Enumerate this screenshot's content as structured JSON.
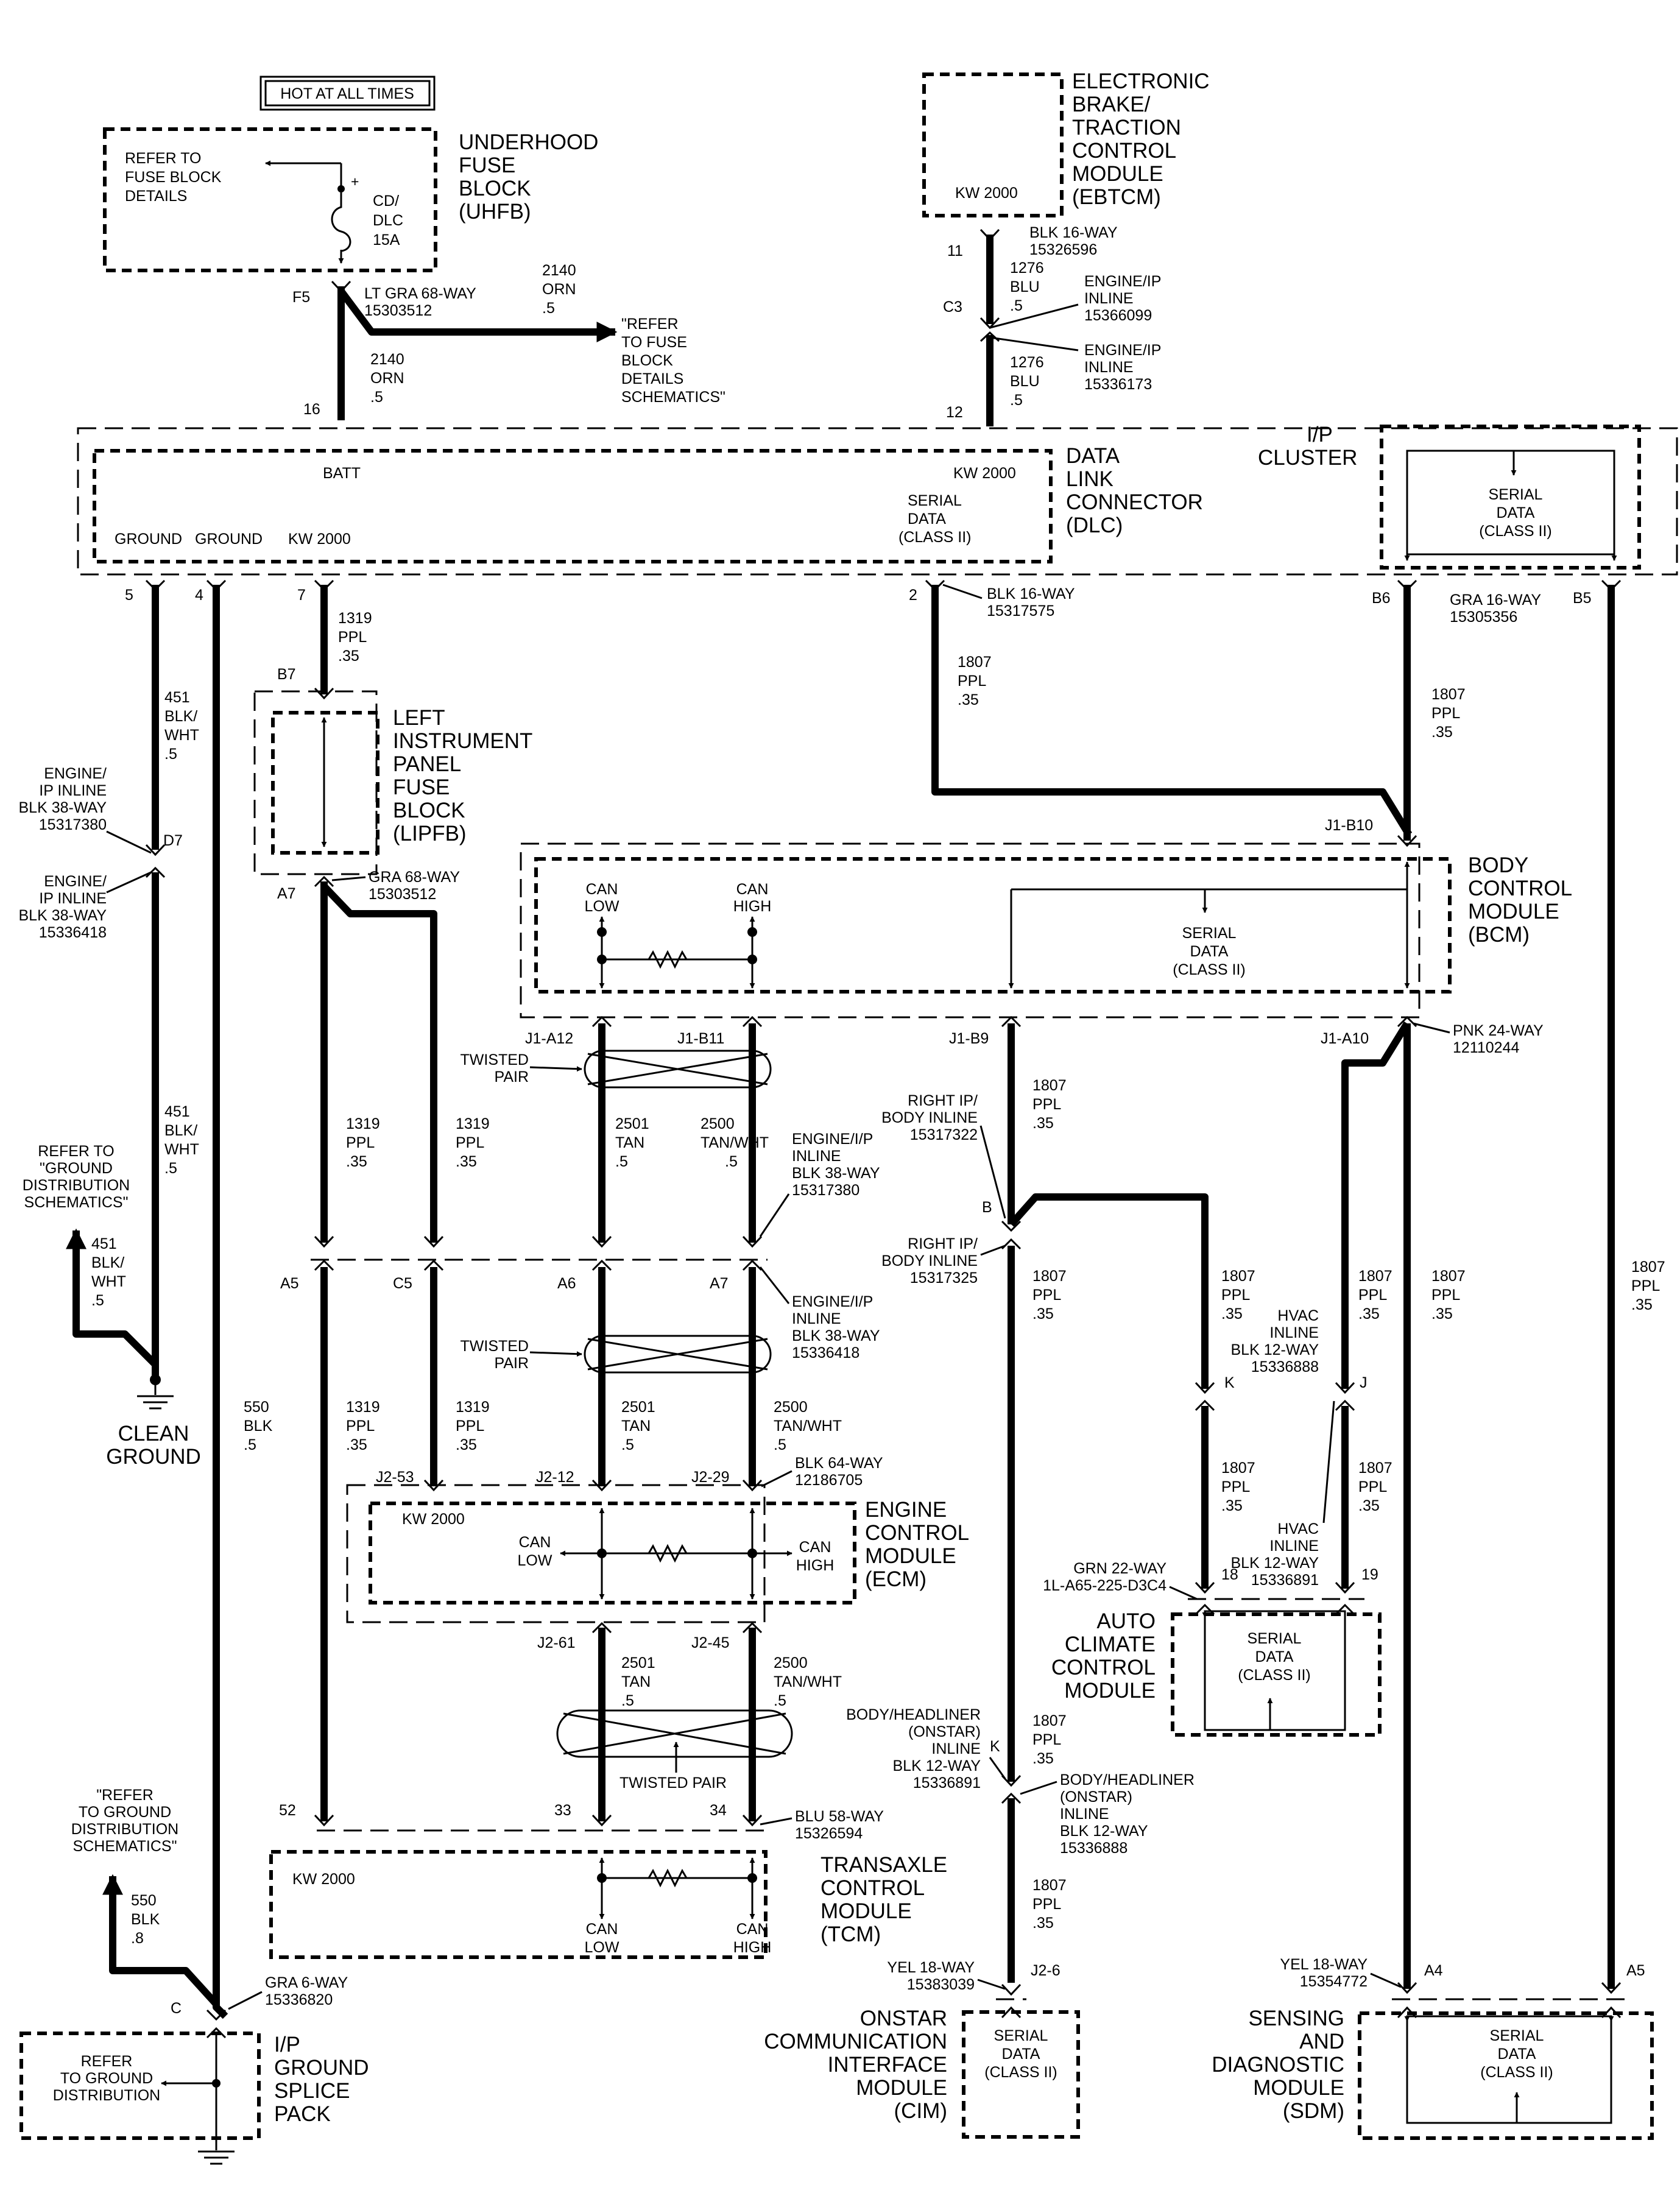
{
  "header": {
    "hot_label": "HOT AT ALL TIMES"
  },
  "uhfb": {
    "title": [
      "UNDERHOOD",
      "FUSE",
      "BLOCK",
      "(UHFB)"
    ],
    "refer": [
      "REFER TO",
      "FUSE BLOCK",
      "DETAILS"
    ],
    "fuse": [
      "CD/",
      "DLC",
      "15A"
    ],
    "plus": "+",
    "pin": "F5",
    "conn": [
      "LT GRA 68-WAY",
      "15303512"
    ],
    "wire_right": [
      "2140",
      "ORN",
      ".5"
    ],
    "wire_down": [
      "2140",
      "ORN",
      ".5"
    ],
    "refer_schem": [
      "\"REFER",
      "TO FUSE",
      "BLOCK",
      "DETAILS",
      "SCHEMATICS\""
    ]
  },
  "ebtcm": {
    "title": [
      "ELECTRONIC",
      "BRAKE/",
      "TRACTION",
      "CONTROL",
      "MODULE",
      "(EBTCM)"
    ],
    "kw": "KW 2000",
    "pin_top": "11",
    "conn_top": [
      "BLK 16-WAY",
      "15326596"
    ],
    "wire1": [
      "1276",
      "BLU",
      ".5"
    ],
    "inline_pin": "C3",
    "inline1": [
      "ENGINE/IP",
      "INLINE",
      "15366099"
    ],
    "inline2": [
      "ENGINE/IP",
      "INLINE",
      "15336173"
    ],
    "wire2": [
      "1276",
      "BLU",
      ".5"
    ],
    "pin_bottom": "12"
  },
  "dlc": {
    "title": [
      "DATA",
      "LINK",
      "CONNECTOR",
      "(DLC)"
    ],
    "batt": "BATT",
    "kw_right": "KW 2000",
    "serial": [
      "SERIAL",
      "DATA",
      "(CLASS II)"
    ],
    "ground1": "GROUND",
    "ground2": "GROUND",
    "kw_left": "KW 2000",
    "pin_batt": "16",
    "pins_bottom": [
      "5",
      "4",
      "7",
      "2"
    ],
    "conn2": [
      "BLK 16-WAY",
      "15317575"
    ]
  },
  "ipc": {
    "title": [
      "I/P",
      "CLUSTER"
    ],
    "serial": [
      "SERIAL",
      "DATA",
      "(CLASS II)"
    ],
    "pin_b6": "B6",
    "pin_b5": "B5",
    "conn": [
      "GRA 16-WAY",
      "15305356"
    ]
  },
  "ground_left": {
    "wire451a": [
      "451",
      "BLK/",
      "WHT",
      ".5"
    ],
    "inline1": [
      "ENGINE/",
      "IP INLINE",
      "BLK 38-WAY",
      "15317380"
    ],
    "pin_d7": "D7",
    "inline2": [
      "ENGINE/",
      "IP INLINE",
      "BLK 38-WAY",
      "15336418"
    ],
    "refer": [
      "REFER TO",
      "\"GROUND",
      "DISTRIBUTION",
      "SCHEMATICS\""
    ],
    "wire451b": [
      "451",
      "BLK/",
      "WHT",
      ".5"
    ],
    "wire451c": [
      "451",
      "BLK/",
      "WHT",
      ".5"
    ],
    "clean_ground": [
      "CLEAN",
      "GROUND"
    ],
    "wire550a": [
      "550",
      "BLK",
      ".5"
    ]
  },
  "lipfb": {
    "title": [
      "LEFT",
      "INSTRUMENT",
      "PANEL",
      "FUSE",
      "BLOCK",
      "(LIPFB)"
    ],
    "wire_top": [
      "1319",
      "PPL",
      ".35"
    ],
    "pin_b7": "B7",
    "pin_a7": "A7",
    "conn": [
      "GRA 68-WAY",
      "15303512"
    ],
    "wire_a": [
      "1319",
      "PPL",
      ".35"
    ],
    "wire_b": [
      "1319",
      "PPL",
      ".35"
    ],
    "wire_c": [
      "1319",
      "PPL",
      ".35"
    ],
    "wire_d": [
      "1319",
      "PPL",
      ".35"
    ],
    "pin_a5": "A5",
    "pin_c5": "C5"
  },
  "bcm": {
    "title": [
      "BODY",
      "CONTROL",
      "MODULE",
      "(BCM)"
    ],
    "can_low": [
      "CAN",
      "LOW"
    ],
    "can_high": [
      "CAN",
      "HIGH"
    ],
    "serial": [
      "SERIAL",
      "DATA",
      "(CLASS II)"
    ],
    "pin_j1b10": "J1-B10",
    "pin_j1a12": "J1-A12",
    "pin_j1b11": "J1-B11",
    "pin_j1b9": "J1-B9",
    "pin_j1a10": "J1-A10",
    "conn": [
      "PNK 24-WAY",
      "12110244"
    ],
    "wire_b10": [
      "1807",
      "PPL",
      ".35"
    ],
    "wire_b9": [
      "1807",
      "PPL",
      ".35"
    ],
    "wire_dlc2": [
      "1807",
      "PPL",
      ".35"
    ]
  },
  "can_bus": {
    "twisted1": [
      "TWISTED",
      "PAIR"
    ],
    "twisted2": [
      "TWISTED",
      "PAIR"
    ],
    "twisted3": "TWISTED PAIR",
    "tan1": [
      "2501",
      "TAN",
      ".5"
    ],
    "tanwht1": [
      "2500",
      "TAN/WHT",
      ".5"
    ],
    "inline1": [
      "ENGINE/I/P",
      "INLINE",
      "BLK 38-WAY",
      "15317380"
    ],
    "pin_a6": "A6",
    "pin_a7": "A7",
    "inline2": [
      "ENGINE/I/P",
      "INLINE",
      "BLK 38-WAY",
      "15336418"
    ],
    "tan2": [
      "2501",
      "TAN",
      ".5"
    ],
    "tanwht2": [
      "2500",
      "TAN/WHT",
      ".5"
    ],
    "tan3": [
      "2501",
      "TAN",
      ".5"
    ],
    "tanwht3": [
      "2500",
      "TAN/WHT",
      ".5"
    ]
  },
  "ecm": {
    "title": [
      "ENGINE",
      "CONTROL",
      "MODULE",
      "(ECM)"
    ],
    "kw": "KW 2000",
    "can_low": [
      "CAN",
      "LOW"
    ],
    "can_high": [
      "CAN",
      "HIGH"
    ],
    "pin_j253": "J2-53",
    "pin_j212": "J2-12",
    "pin_j229": "J2-29",
    "conn": [
      "BLK 64-WAY",
      "12186705"
    ],
    "pin_j261": "J2-61",
    "pin_j245": "J2-45"
  },
  "tcm": {
    "title": [
      "TRANSAXLE",
      "CONTROL",
      "MODULE",
      "(TCM)"
    ],
    "kw": "KW 2000",
    "can_low": [
      "CAN",
      "LOW"
    ],
    "can_high": [
      "CAN",
      "HIGH"
    ],
    "pin52": "52",
    "pin33": "33",
    "pin34": "34",
    "conn": [
      "BLU 58-WAY",
      "15326594"
    ]
  },
  "ipgsp": {
    "title": [
      "I/P",
      "GROUND",
      "SPLICE",
      "PACK"
    ],
    "refer": [
      "REFER",
      "TO GROUND",
      "DISTRIBUTION"
    ],
    "refer2": [
      "\"REFER",
      "TO GROUND",
      "DISTRIBUTION",
      "SCHEMATICS\""
    ],
    "wire550b": [
      "550",
      "BLK",
      ".8"
    ],
    "pin_c": "C",
    "conn": [
      "GRA 6-WAY",
      "15336820"
    ]
  },
  "right_ip": {
    "inline1": [
      "RIGHT IP/",
      "BODY INLINE",
      "15317322"
    ],
    "pin_b": "B",
    "inline2": [
      "RIGHT IP/",
      "BODY INLINE",
      "15317325"
    ],
    "wire1": [
      "1807",
      "PPL",
      ".35"
    ]
  },
  "hvac": {
    "wire1": [
      "1807",
      "PPL",
      ".35"
    ],
    "inline1": [
      "HVAC",
      "INLINE",
      "BLK 12-WAY",
      "15336888"
    ],
    "wire2": [
      "1807",
      "PPL",
      ".35"
    ],
    "wire3": [
      "1807",
      "PPL",
      ".35"
    ],
    "pin_k": "K",
    "pin_j": "J",
    "wire4": [
      "1807",
      "PPL",
      ".35"
    ],
    "inline2": [
      "HVAC",
      "INLINE",
      "BLK 12-WAY",
      "15336891"
    ],
    "wire5": [
      "1807",
      "PPL",
      ".35"
    ],
    "pin18": "18",
    "pin19": "19",
    "conn": [
      "GRN 22-WAY",
      "1L-A65-225-D3C4"
    ]
  },
  "accm": {
    "title": [
      "AUTO",
      "CLIMATE",
      "CONTROL",
      "MODULE"
    ],
    "serial": [
      "SERIAL",
      "DATA",
      "(CLASS II)"
    ]
  },
  "cim": {
    "title": [
      "ONSTAR",
      "COMMUNICATION",
      "INTERFACE",
      "MODULE",
      "(CIM)"
    ],
    "serial": [
      "SERIAL",
      "DATA",
      "(CLASS II)"
    ],
    "wire1": [
      "1807",
      "PPL",
      ".35"
    ],
    "inline1": [
      "BODY/HEADLINER",
      "(ONSTAR)",
      "INLINE",
      "BLK 12-WAY",
      "15336891"
    ],
    "pin_k": "K",
    "inline2": [
      "BODY/HEADLINER",
      "(ONSTAR)",
      "INLINE",
      "BLK 12-WAY",
      "15336888"
    ],
    "wire2": [
      "1807",
      "PPL",
      ".35"
    ],
    "conn": [
      "YEL 18-WAY",
      "15383039"
    ],
    "pin": "J2-6"
  },
  "sdm": {
    "title": [
      "SENSING",
      "AND",
      "DIAGNOSTIC",
      "MODULE",
      "(SDM)"
    ],
    "serial": [
      "SERIAL",
      "DATA",
      "(CLASS II)"
    ],
    "conn": [
      "YEL 18-WAY",
      "15354772"
    ],
    "pin_a4": "A4",
    "pin_a5": "A5",
    "wire_a4": [
      "1807",
      "PPL",
      ".35"
    ],
    "wire_a5": [
      "1807",
      "PPL",
      ".35"
    ]
  }
}
